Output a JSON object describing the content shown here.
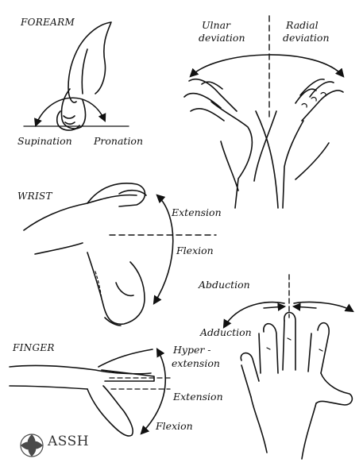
{
  "forearm": {
    "title": "FOREARM",
    "left": "Supination",
    "right": "Pronation"
  },
  "deviation": {
    "left_line1": "Ulnar",
    "left_line2": "deviation",
    "right_line1": "Radial",
    "right_line2": "deviation"
  },
  "wrist": {
    "title": "WRIST",
    "up": "Extension",
    "down": "Flexion"
  },
  "finger": {
    "title": "FINGER",
    "hyper_line1": "Hyper -",
    "hyper_line2": "extension",
    "mid": "Extension",
    "down": "Flexion"
  },
  "spread": {
    "top": "Abduction",
    "bottom": "Adduction"
  },
  "logo": {
    "text": "ASSH",
    "icon": "assh-logo-icon"
  },
  "colors": {
    "ink": "#111111",
    "logo_gray": "#4a4a4a"
  }
}
